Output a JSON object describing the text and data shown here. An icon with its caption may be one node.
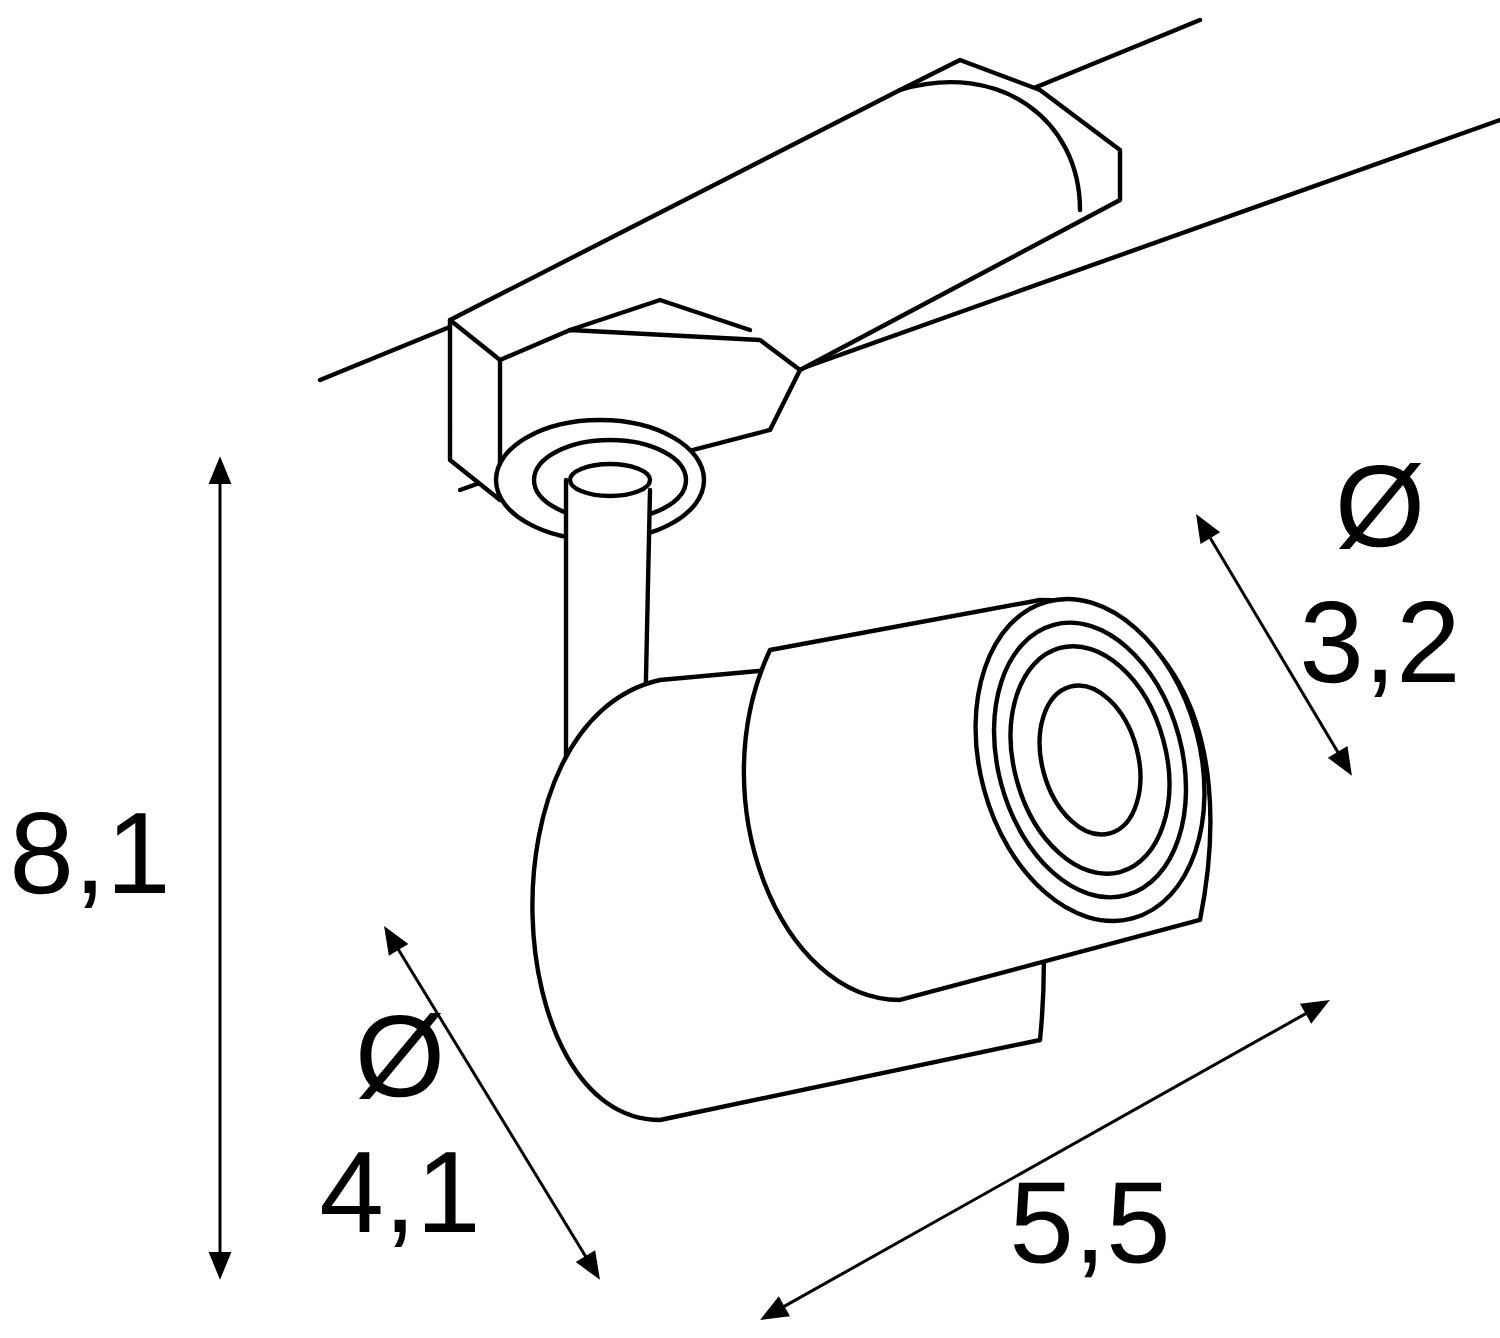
{
  "diagram": {
    "labels": [
      "Ø 3,2",
      "8,1",
      "Ø 4,1",
      "5,5"
    ]
  }
}
